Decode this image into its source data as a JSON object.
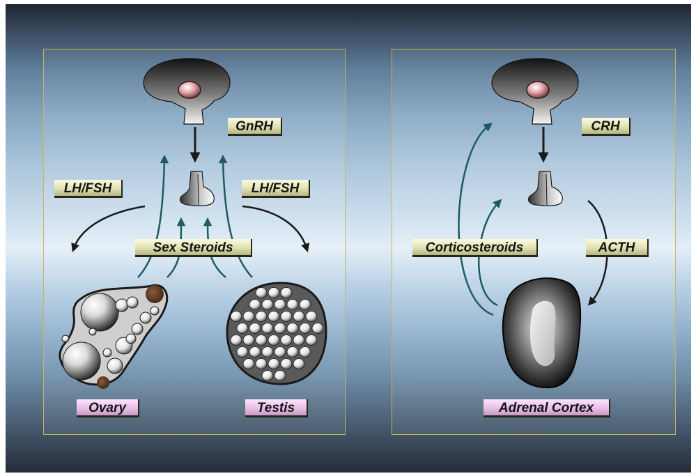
{
  "colors": {
    "label_fill": "#e1e1b2",
    "organ_label_fill": "#e8bfe6",
    "panel_border": "#c9b55a",
    "feedback_arrow": "#1d5a66",
    "release_arrow": "#1a1a1a"
  },
  "left_panel": {
    "releasing_hormone": "GnRH",
    "gonadotropin_left": "LH/FSH",
    "gonadotropin_right": "LH/FSH",
    "feedback_hormones": "Sex Steroids",
    "organ_left": "Ovary",
    "organ_right": "Testis"
  },
  "right_panel": {
    "releasing_hormone": "CRH",
    "pituitary_hormone": "ACTH",
    "feedback_hormones": "Corticosteroids",
    "organ": "Adrenal Cortex"
  }
}
